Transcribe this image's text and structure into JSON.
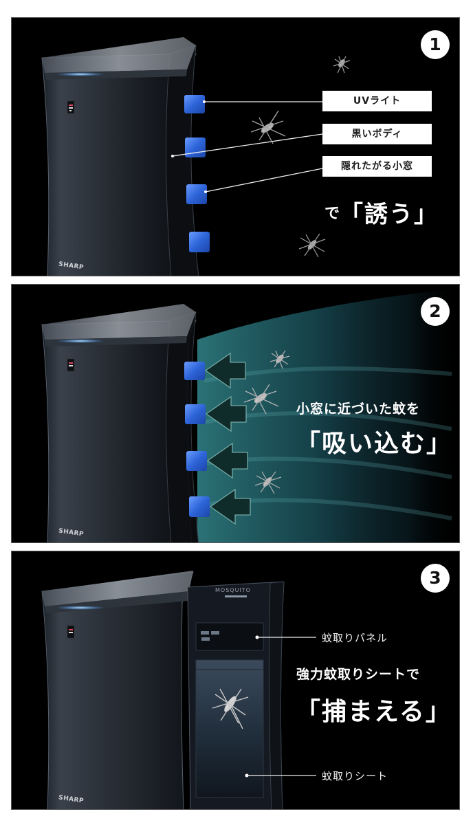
{
  "panels": [
    {
      "step_number": "1",
      "labels": [
        "UVライト",
        "黒いボディ",
        "隠れたがる小窓"
      ],
      "headline_prefix": "で",
      "headline": "「誘う」",
      "brand": "SHARP"
    },
    {
      "step_number": "2",
      "subline": "小窓に近づいた蚊を",
      "headline": "「吸い込む」",
      "brand": "SHARP"
    },
    {
      "step_number": "3",
      "callouts": [
        "蚊取りパネル",
        "蚊取りシート"
      ],
      "subline": "強力蚊取りシートで",
      "headline": "「捕まえる」",
      "brand": "SHARP",
      "panel_brand": "MOSQUITO"
    }
  ],
  "colors": {
    "background": "#000000",
    "page": "#ffffff",
    "device_body": "#2a3038",
    "uv_window": "#2f6fe0",
    "airflow": "#1f5d66",
    "label_bg": "#ffffff",
    "label_text": "#1c1c1c"
  }
}
